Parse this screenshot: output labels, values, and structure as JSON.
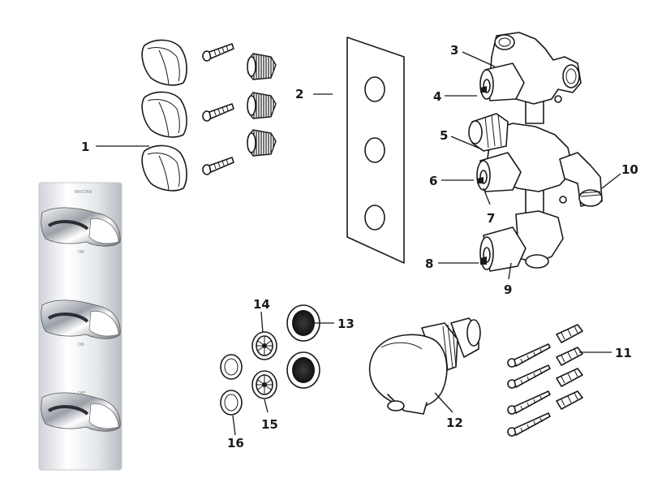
{
  "diagram": {
    "brand_mark": "BRISTAN",
    "knob_marks": [
      "ON",
      "ON",
      "OFF"
    ],
    "callouts": [
      {
        "id": "1",
        "text": "1"
      },
      {
        "id": "2",
        "text": "2"
      },
      {
        "id": "3",
        "text": "3"
      },
      {
        "id": "4",
        "text": "4"
      },
      {
        "id": "5",
        "text": "5"
      },
      {
        "id": "6",
        "text": "6"
      },
      {
        "id": "7",
        "text": "7"
      },
      {
        "id": "8",
        "text": "8"
      },
      {
        "id": "9",
        "text": "9"
      },
      {
        "id": "10",
        "text": "10"
      },
      {
        "id": "11",
        "text": "11"
      },
      {
        "id": "12",
        "text": "12"
      },
      {
        "id": "13",
        "text": "13"
      },
      {
        "id": "14",
        "text": "14"
      },
      {
        "id": "15",
        "text": "15"
      },
      {
        "id": "16",
        "text": "16"
      }
    ]
  }
}
